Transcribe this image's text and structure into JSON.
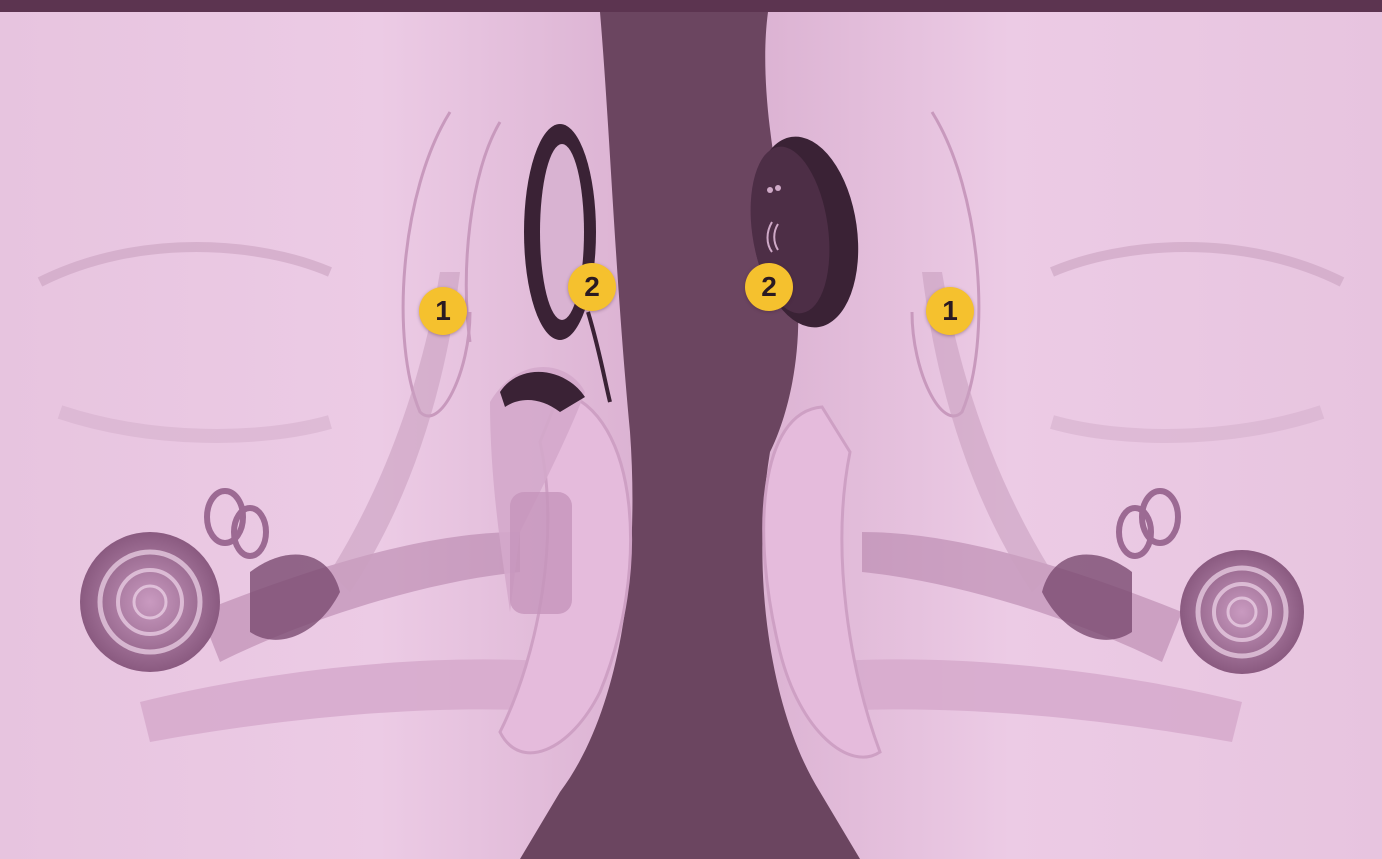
{
  "image": {
    "subject": "cochlear-implant-comparison",
    "colors": {
      "background": "#6b4560",
      "skin_tint": "#e9c6e2",
      "device_dark": "#3a2235",
      "badge_fill": "#f5c12e"
    },
    "callouts": [
      {
        "id": "left-1",
        "label": "1"
      },
      {
        "id": "left-2",
        "label": "2"
      },
      {
        "id": "right-2",
        "label": "2"
      },
      {
        "id": "right-1",
        "label": "1"
      }
    ]
  }
}
